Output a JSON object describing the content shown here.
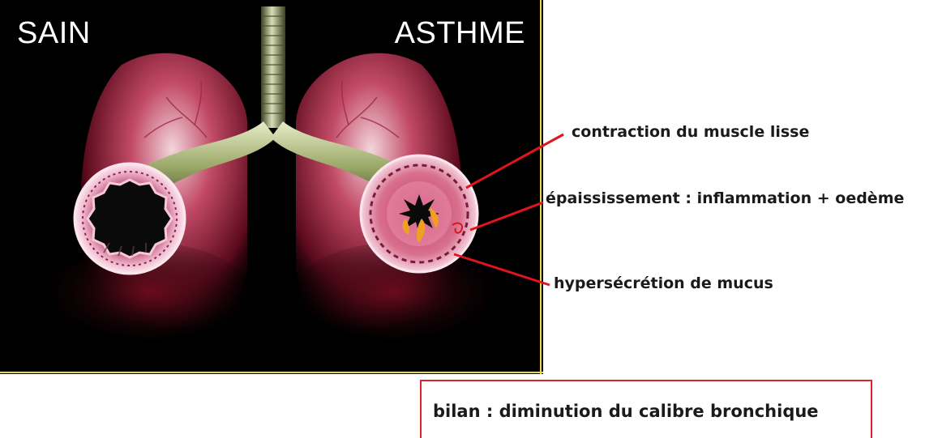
{
  "illustration": {
    "labels": {
      "left": "SAIN",
      "right": "ASTHME"
    },
    "icons": {
      "lungs": "lungs-icon",
      "trachea": "trachea-icon",
      "healthy_bronchus": "healthy-bronchus-cross-section-icon",
      "asthma_bronchus": "asthma-bronchus-cross-section-icon"
    }
  },
  "annotations": [
    {
      "text": "contraction du muscle lisse"
    },
    {
      "text": "épaississement : inflammation + oedème"
    },
    {
      "text": "hypersécrétion de mucus"
    }
  ],
  "summary": {
    "text": "bilan : diminution du calibre bronchique"
  },
  "colors": {
    "background": "#000000",
    "frame_accent": "#e8d84a",
    "leader_line": "#e0141c",
    "summary_border": "#d9262c",
    "tissue_pink": "#e8a8c0",
    "lung_red": "#9c1a2e",
    "mucus": "#f0a020"
  }
}
